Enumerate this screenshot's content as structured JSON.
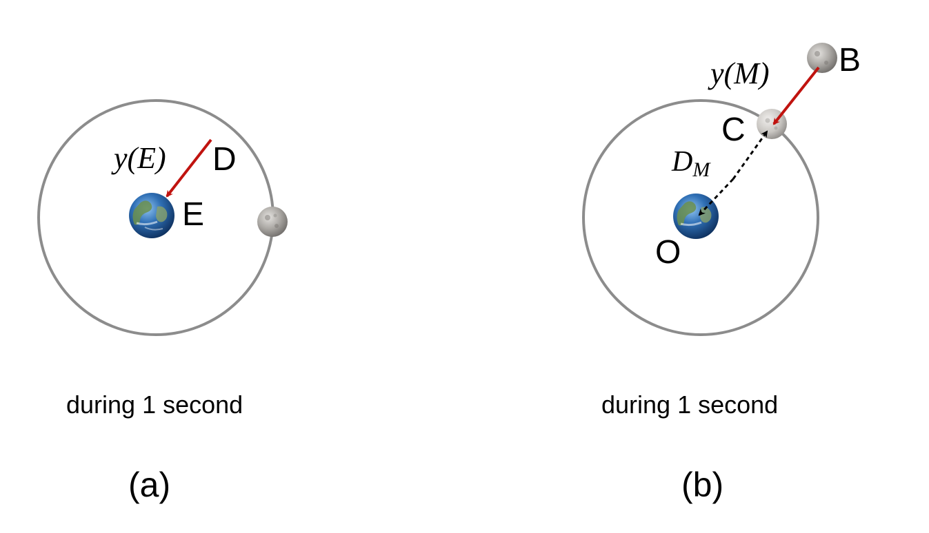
{
  "panel_a": {
    "point_d": "D",
    "point_e": "E",
    "vector_label": "y(E)",
    "caption": "during 1 second",
    "panel_label": "(a)"
  },
  "panel_b": {
    "point_b": "B",
    "point_c": "C",
    "point_o": "O",
    "vector_label": "y(M)",
    "distance_label_main": "D",
    "distance_label_sub": "M",
    "caption": "during 1 second",
    "panel_label": "(b)"
  },
  "colors": {
    "orbit": "#8c8c8c",
    "vector_arrow": "#c0130f",
    "distance_arrow": "#000000",
    "earth_ocean": "#2f6fb5",
    "moon": "#a9a6a2"
  }
}
